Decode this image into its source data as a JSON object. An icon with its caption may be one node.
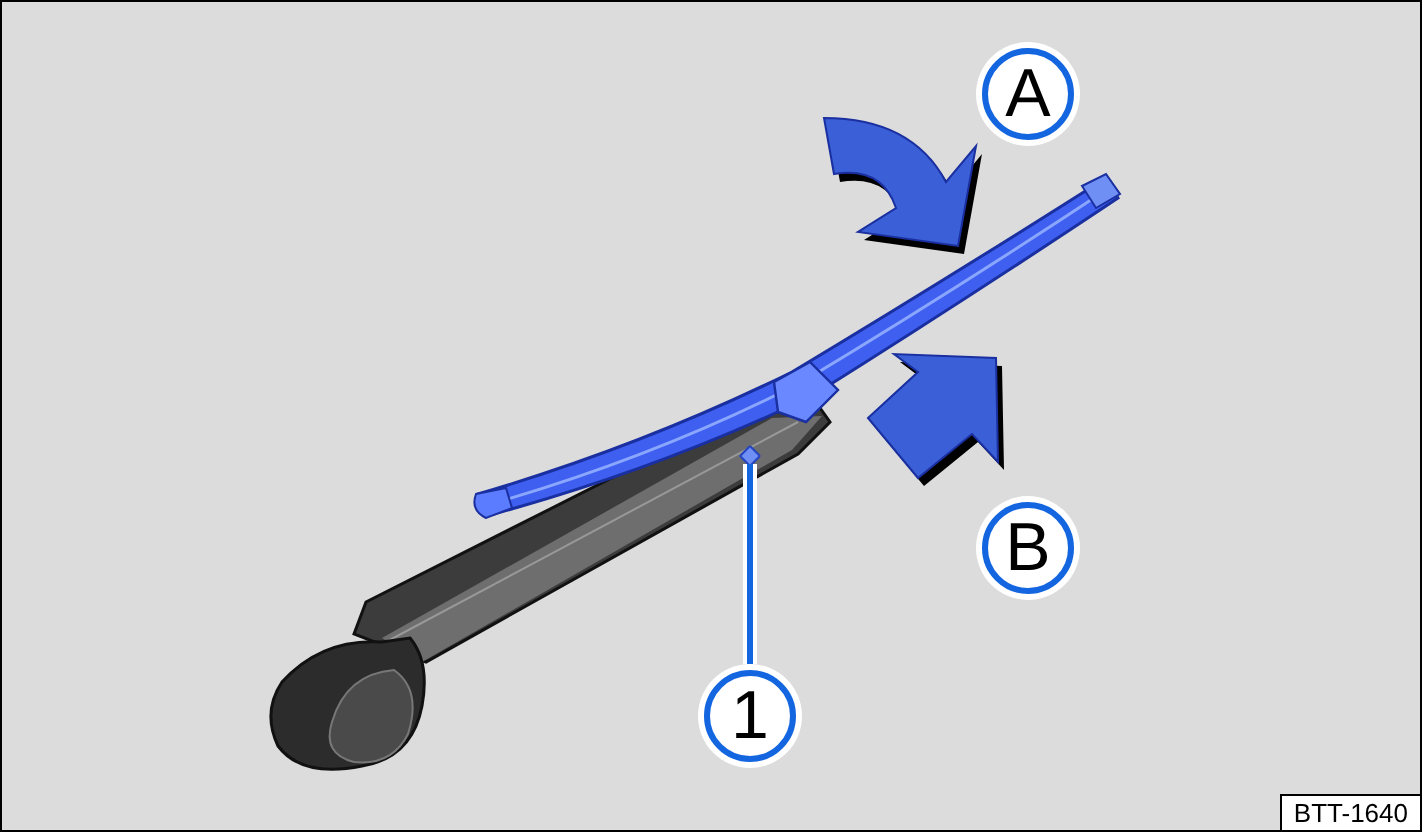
{
  "diagram": {
    "nodes": [
      {
        "text": [
          "A"
        ]
      },
      {
        "text": [
          "B"
        ]
      },
      {
        "text": [
          "1"
        ]
      },
      {
        "text": [],
        "shape": "box"
      }
    ],
    "edges": [
      {
        "from": 2,
        "to": 3,
        "arrow": "none"
      }
    ],
    "labels": [
      "BTT-1640"
    ]
  }
}
